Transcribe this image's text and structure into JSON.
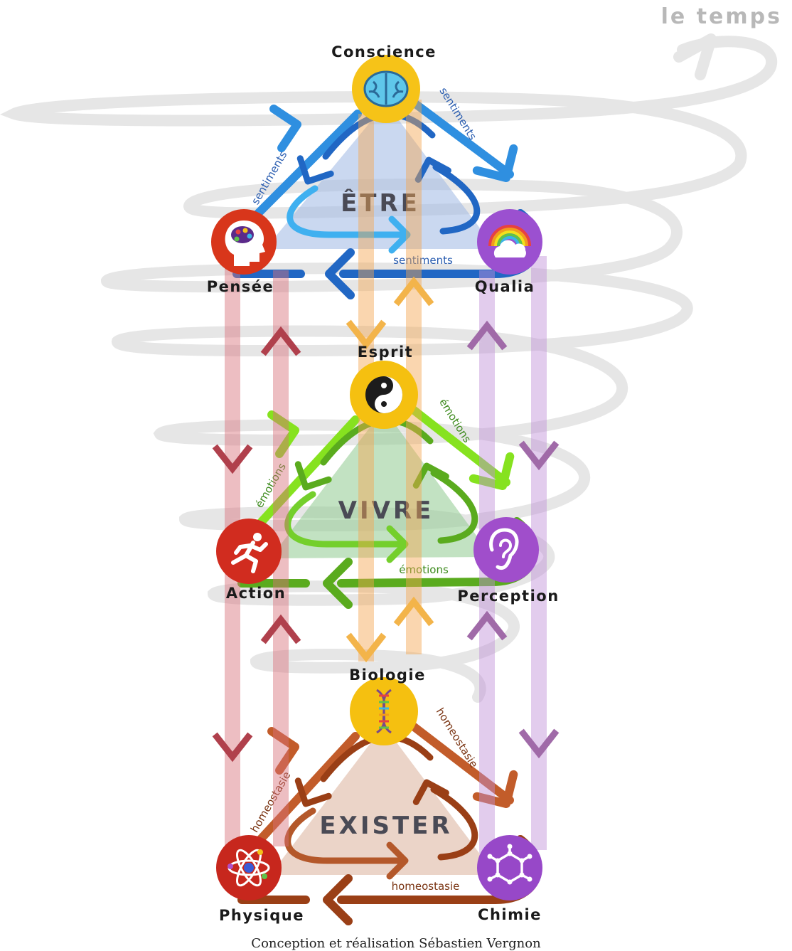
{
  "corner_title": "le temps",
  "credit": "Conception et réalisation Sébastien Vergnon",
  "levels": [
    {
      "name": "ÊTRE",
      "edge_label": "sentiments",
      "colors": {
        "main": "#2f8fe0",
        "dark": "#2167c4",
        "light": "#3fb0f0",
        "fill": "#9fb8e4",
        "text": "#2a5db0"
      },
      "top": {
        "label": "Conscience",
        "icon": "brain-icon"
      },
      "left": {
        "label": "Pensée",
        "icon": "head-palette-icon"
      },
      "right": {
        "label": "Qualia",
        "icon": "rainbow-icon"
      }
    },
    {
      "name": "VIVRE",
      "edge_label": "émotions",
      "colors": {
        "main": "#86e21f",
        "dark": "#5aab1e",
        "light": "#74cf2c",
        "fill": "#8fca8f",
        "text": "#3c8a1c"
      },
      "top": {
        "label": "Esprit",
        "icon": "yin-yang-icon"
      },
      "left": {
        "label": "Action",
        "icon": "running-person-icon"
      },
      "right": {
        "label": "Perception",
        "icon": "ear-icon"
      }
    },
    {
      "name": "EXISTER",
      "edge_label": "homeostasie",
      "colors": {
        "main": "#c25c2a",
        "dark": "#9a3f16",
        "light": "#b4582a",
        "fill": "#dbb09a",
        "text": "#7a3412"
      },
      "top": {
        "label": "Biologie",
        "icon": "dna-icon"
      },
      "left": {
        "label": "Physique",
        "icon": "atom-icon"
      },
      "right": {
        "label": "Chimie",
        "icon": "molecule-icon"
      }
    }
  ]
}
